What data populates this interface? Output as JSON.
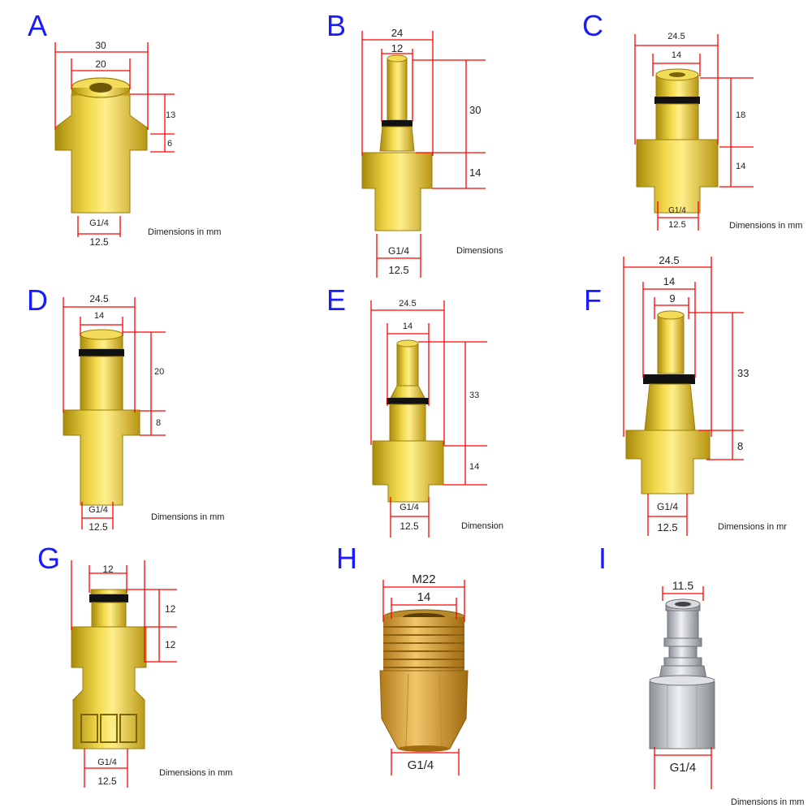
{
  "note": "Dimensions in mm",
  "note_clipped": "Dimensions",
  "note_clipped_short": "Dimension",
  "note_clipped_mr": "Dimensions in mr",
  "colors": {
    "letter": "#1a1aff",
    "dim_line": "#ff0000",
    "brass": "#e3c22a",
    "brass_dark": "#a88a0c",
    "oring": "#111111",
    "steel": "#c9ccd0"
  },
  "panels": {
    "A": {
      "letter": "A",
      "d1": "30",
      "d2": "20",
      "d3": "13",
      "d4": "6",
      "thread": "G1/4",
      "base": "12.5"
    },
    "B": {
      "letter": "B",
      "d1": "24",
      "d2": "12",
      "d3": "30",
      "d4": "14",
      "thread": "G1/4",
      "base": "12.5"
    },
    "C": {
      "letter": "C",
      "d1": "24.5",
      "d2": "14",
      "d3": "18",
      "d4": "14",
      "thread": "G1/4",
      "base": "12.5"
    },
    "D": {
      "letter": "D",
      "d1": "24.5",
      "d2": "14",
      "d3": "20",
      "d4": "8",
      "thread": "G1/4",
      "base": "12.5"
    },
    "E": {
      "letter": "E",
      "d1": "24.5",
      "d2": "14",
      "d3": "33",
      "d4": "14",
      "thread": "G1/4",
      "base": "12.5"
    },
    "F": {
      "letter": "F",
      "d1": "24.5",
      "d2": "14",
      "d2b": "9",
      "d3": "33",
      "d4": "8",
      "thread": "G1/4",
      "base": "12.5"
    },
    "G": {
      "letter": "G",
      "d1": "12",
      "d3": "12",
      "d4": "12",
      "thread": "G1/4",
      "base": "12.5"
    },
    "H": {
      "letter": "H",
      "d1": "M22",
      "d2": "14",
      "thread": "G1/4"
    },
    "I": {
      "letter": "I",
      "d1": "11.5",
      "thread": "G1/4"
    }
  }
}
